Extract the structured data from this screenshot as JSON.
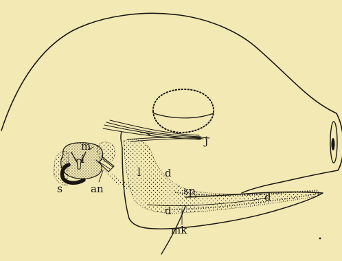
{
  "colors": {
    "paper": "#f3e9b4",
    "ink": "#1a1712"
  },
  "labels": {
    "j": "j",
    "m": "m",
    "i": "i",
    "s": "s",
    "an": "an",
    "l": "l",
    "d_upper": "d",
    "sp": "sp",
    "d_right": "d",
    "d_lower": "d",
    "mk": "mk"
  }
}
